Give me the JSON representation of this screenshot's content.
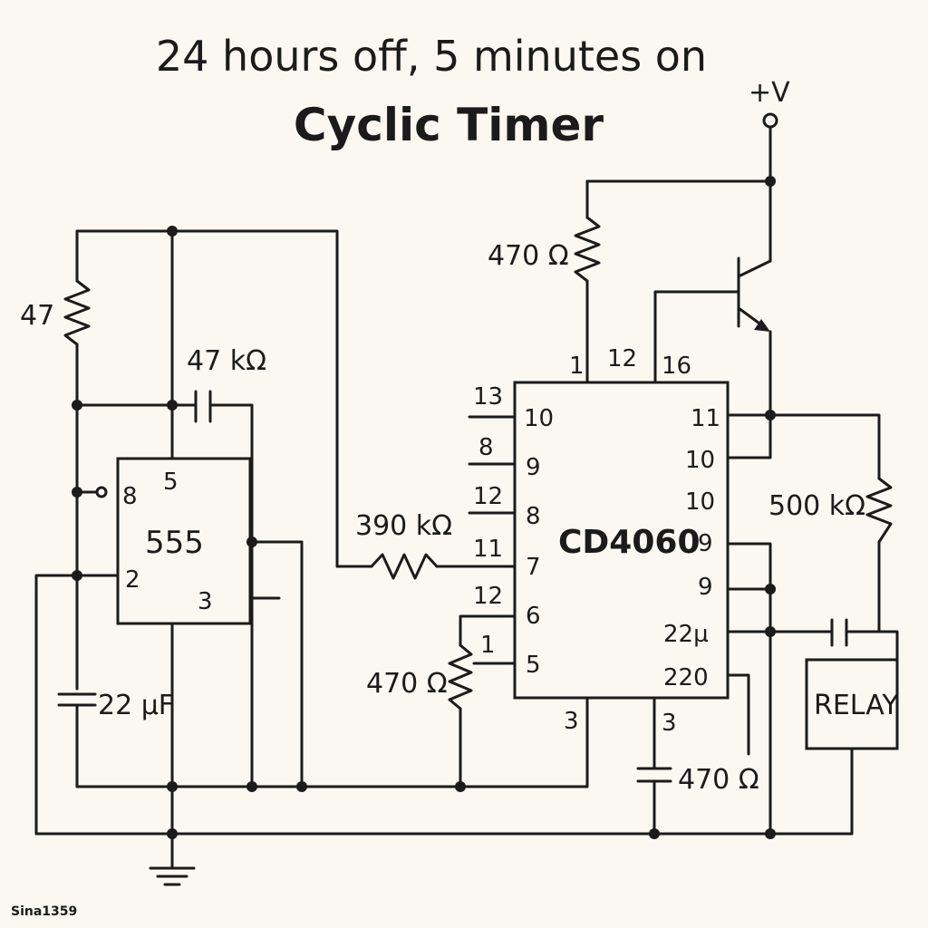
{
  "title": "24 hours off, 5 minutes on",
  "subtitle": "Cyclic Timer",
  "supply_label": "+V",
  "signature": "Sina1359",
  "ic555": {
    "name": "555",
    "pins": {
      "p8": "8",
      "p5": "5",
      "p2": "2",
      "p3": "3"
    }
  },
  "cd4060": {
    "name": "CD4060",
    "top_pins": {
      "a": "1",
      "b": "12",
      "c": "16"
    },
    "left_outer": [
      "13",
      "8",
      "12",
      "11",
      "12",
      "1"
    ],
    "left_inner": [
      "10",
      "9",
      "8",
      "7",
      "6",
      "5"
    ],
    "right": [
      "11",
      "10",
      "10",
      "9",
      "9",
      "22µ",
      "220"
    ],
    "bottom": {
      "a": "3",
      "b": "3"
    }
  },
  "components": {
    "r_47": "47",
    "c_47k": "47 kΩ",
    "c_22uf": "22 µF",
    "r_390k": "390 kΩ",
    "r_470_top": "470 Ω",
    "r_470_left": "470 Ω",
    "c_470_bottom": "470 Ω",
    "r_500k": "500 kΩ"
  },
  "relay_label": "RELAY"
}
